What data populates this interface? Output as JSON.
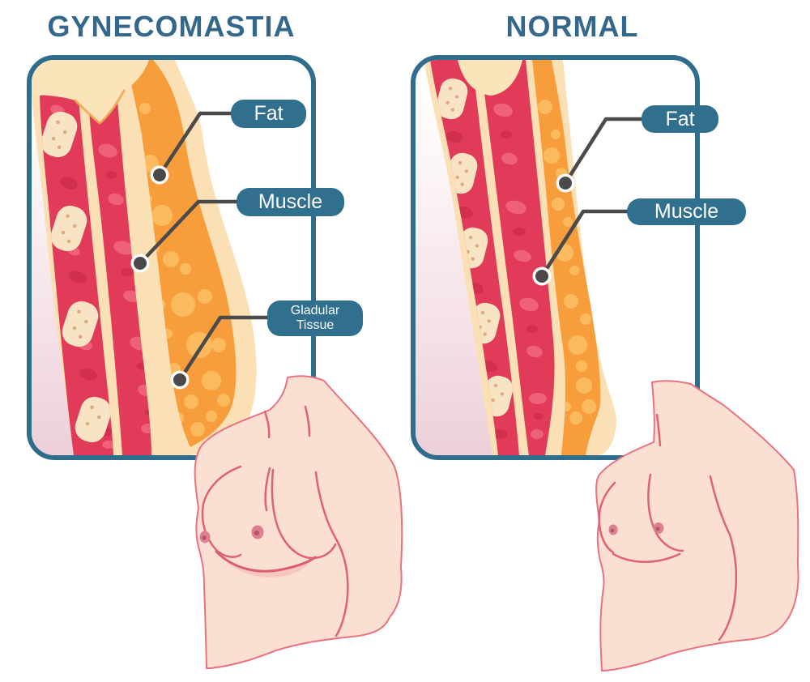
{
  "titles": {
    "left": "GYNECOMASTIA",
    "right": "NORMAL"
  },
  "callouts": {
    "left_fat": "Fat",
    "left_muscle": "Muscle",
    "left_gland_line1": "Gladular",
    "left_gland_line2": "Tissue",
    "right_fat": "Fat",
    "right_muscle": "Muscle"
  },
  "colors": {
    "title_text": "#33688c",
    "panel_border": "#2f6d8d",
    "callout_background": "#316f8e",
    "callout_text": "#ffffff",
    "connector_line": "#4a4a4a",
    "connector_dot_ring": "#ffffff",
    "muscle_red": "#e23b59",
    "muscle_patch_dark": "#d02f4e",
    "muscle_patch_light": "#ef6179",
    "fat_orange": "#f89d3c",
    "fat_lobule": "#fcba5e",
    "skin_cream": "#fbe0b5",
    "rib_bone": "#f8e4c4",
    "panel_pink_backdrop": "#eccfd9",
    "torso_skin": "#fbdfd2",
    "torso_outline": "#e8737f",
    "nipple": "#de7f90"
  }
}
